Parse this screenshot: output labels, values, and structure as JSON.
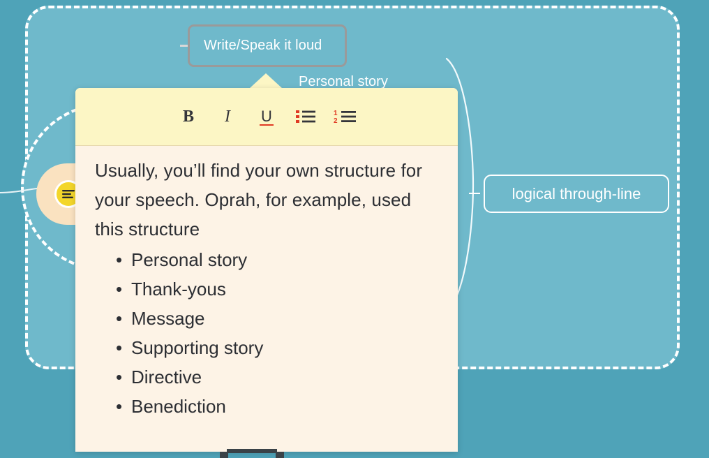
{
  "canvas": {
    "background_color": "#4fa3b8",
    "group_region_color": "#6fb9cb",
    "group_border_color": "#ffffff"
  },
  "root_node": {
    "badge_icon": "note-lines-icon",
    "badge_color": "#f3d62a",
    "node_color": "#fae2c0"
  },
  "nodes": [
    {
      "name": "write-speak-it-loud",
      "label": "Write/Speak it loud",
      "border_color": "#9a9a9a",
      "fill_color": "#6fb9cb",
      "text_color": "#ffffff"
    },
    {
      "name": "personal-story",
      "label": "Personal story",
      "text_color": "#ffffff"
    },
    {
      "name": "logical-through-line",
      "label": "logical through-line",
      "border_color": "#ffffff",
      "text_color": "#ffffff"
    }
  ],
  "note": {
    "header_color": "#fcf6c5",
    "body_color": "#fdf3e6",
    "toolbar": [
      {
        "name": "bold-button",
        "label": "B",
        "accent": "#34353a"
      },
      {
        "name": "italic-button",
        "label": "I",
        "accent": "#34353a"
      },
      {
        "name": "underline-button",
        "label": "U",
        "accent": "#e03a24"
      },
      {
        "name": "bulleted-list-button",
        "label": "",
        "accent": "#e03a24"
      },
      {
        "name": "numbered-list-button",
        "label": "",
        "accent": "#e03a24",
        "numbers": [
          "1",
          "2"
        ]
      }
    ],
    "paragraph": "Usually, you’ll find your own structure for your speech. Oprah, for example, used this structure",
    "list_items": [
      "Personal story",
      "Thank-yous",
      "Message",
      "Supporting story",
      "Directive",
      "Benediction"
    ]
  }
}
